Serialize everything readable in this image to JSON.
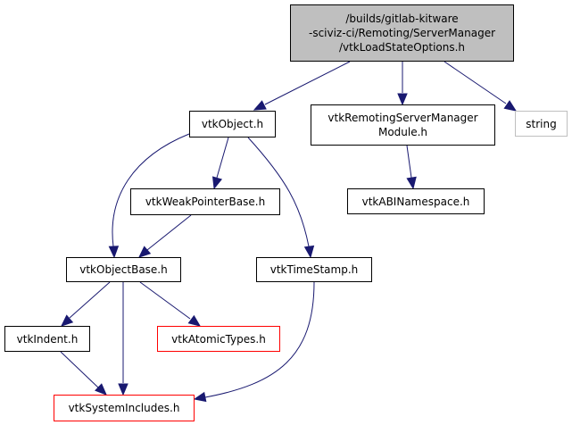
{
  "graph": {
    "type": "include-dependency-graph",
    "nodes": [
      {
        "id": "root",
        "label": "/builds/gitlab-kitware\n-sciviz-ci/Remoting/ServerManager\n/vtkLoadStateOptions.h",
        "style": "root"
      },
      {
        "id": "vtkObject",
        "label": "vtkObject.h",
        "style": "normal"
      },
      {
        "id": "vtkRemotingModule",
        "label": "vtkRemotingServerManager\nModule.h",
        "style": "normal"
      },
      {
        "id": "string",
        "label": "string",
        "style": "grey"
      },
      {
        "id": "vtkWeakPointerBase",
        "label": "vtkWeakPointerBase.h",
        "style": "normal"
      },
      {
        "id": "vtkABINamespace",
        "label": "vtkABINamespace.h",
        "style": "normal"
      },
      {
        "id": "vtkObjectBase",
        "label": "vtkObjectBase.h",
        "style": "normal"
      },
      {
        "id": "vtkTimeStamp",
        "label": "vtkTimeStamp.h",
        "style": "normal"
      },
      {
        "id": "vtkIndent",
        "label": "vtkIndent.h",
        "style": "normal"
      },
      {
        "id": "vtkAtomicTypes",
        "label": "vtkAtomicTypes.h",
        "style": "red"
      },
      {
        "id": "vtkSystemIncludes",
        "label": "vtkSystemIncludes.h",
        "style": "red"
      }
    ],
    "edges": [
      {
        "from": "root",
        "to": "vtkObject"
      },
      {
        "from": "root",
        "to": "vtkRemotingModule"
      },
      {
        "from": "root",
        "to": "string"
      },
      {
        "from": "vtkObject",
        "to": "vtkObjectBase"
      },
      {
        "from": "vtkObject",
        "to": "vtkWeakPointerBase"
      },
      {
        "from": "vtkObject",
        "to": "vtkTimeStamp"
      },
      {
        "from": "vtkRemotingModule",
        "to": "vtkABINamespace"
      },
      {
        "from": "vtkWeakPointerBase",
        "to": "vtkObjectBase"
      },
      {
        "from": "vtkObjectBase",
        "to": "vtkIndent"
      },
      {
        "from": "vtkObjectBase",
        "to": "vtkSystemIncludes"
      },
      {
        "from": "vtkObjectBase",
        "to": "vtkAtomicTypes"
      },
      {
        "from": "vtkIndent",
        "to": "vtkSystemIncludes"
      },
      {
        "from": "vtkTimeStamp",
        "to": "vtkSystemIncludes"
      }
    ],
    "colors": {
      "edge": "#191970",
      "root_fill": "#bfbfbf",
      "missing_border": "#ff0000",
      "external_border": "#bfbfbf"
    }
  }
}
